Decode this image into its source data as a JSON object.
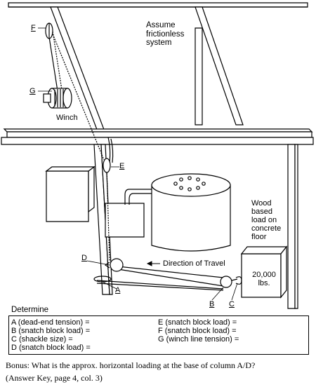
{
  "diagram": {
    "notes": {
      "assumption": [
        "Assume",
        "frictionless",
        "system"
      ],
      "winch": "Winch",
      "load_desc": [
        "Wood",
        "based",
        "load on",
        "concrete",
        "floor"
      ],
      "direction": "Direction of Travel",
      "load_weight": [
        "20,000",
        "lbs."
      ]
    },
    "point_labels": {
      "a": "A",
      "b": "B",
      "c": "C",
      "d": "D",
      "e": "E",
      "f": "F",
      "g": "G"
    }
  },
  "determine": {
    "title": "Determine",
    "left_items": [
      "A (dead-end tension) =",
      "B (snatch block load) =",
      "C (shackle size) =",
      "D (snatch block load) ="
    ],
    "right_items": [
      "E (snatch block load) =",
      "F (snatch block load) =",
      "G (winch line tension) ="
    ]
  },
  "bonus": {
    "question": "Bonus: What is the approx. horizontal loading at the base of column A/D?",
    "reference": "(Answer Key, page 4, col. 3)"
  }
}
